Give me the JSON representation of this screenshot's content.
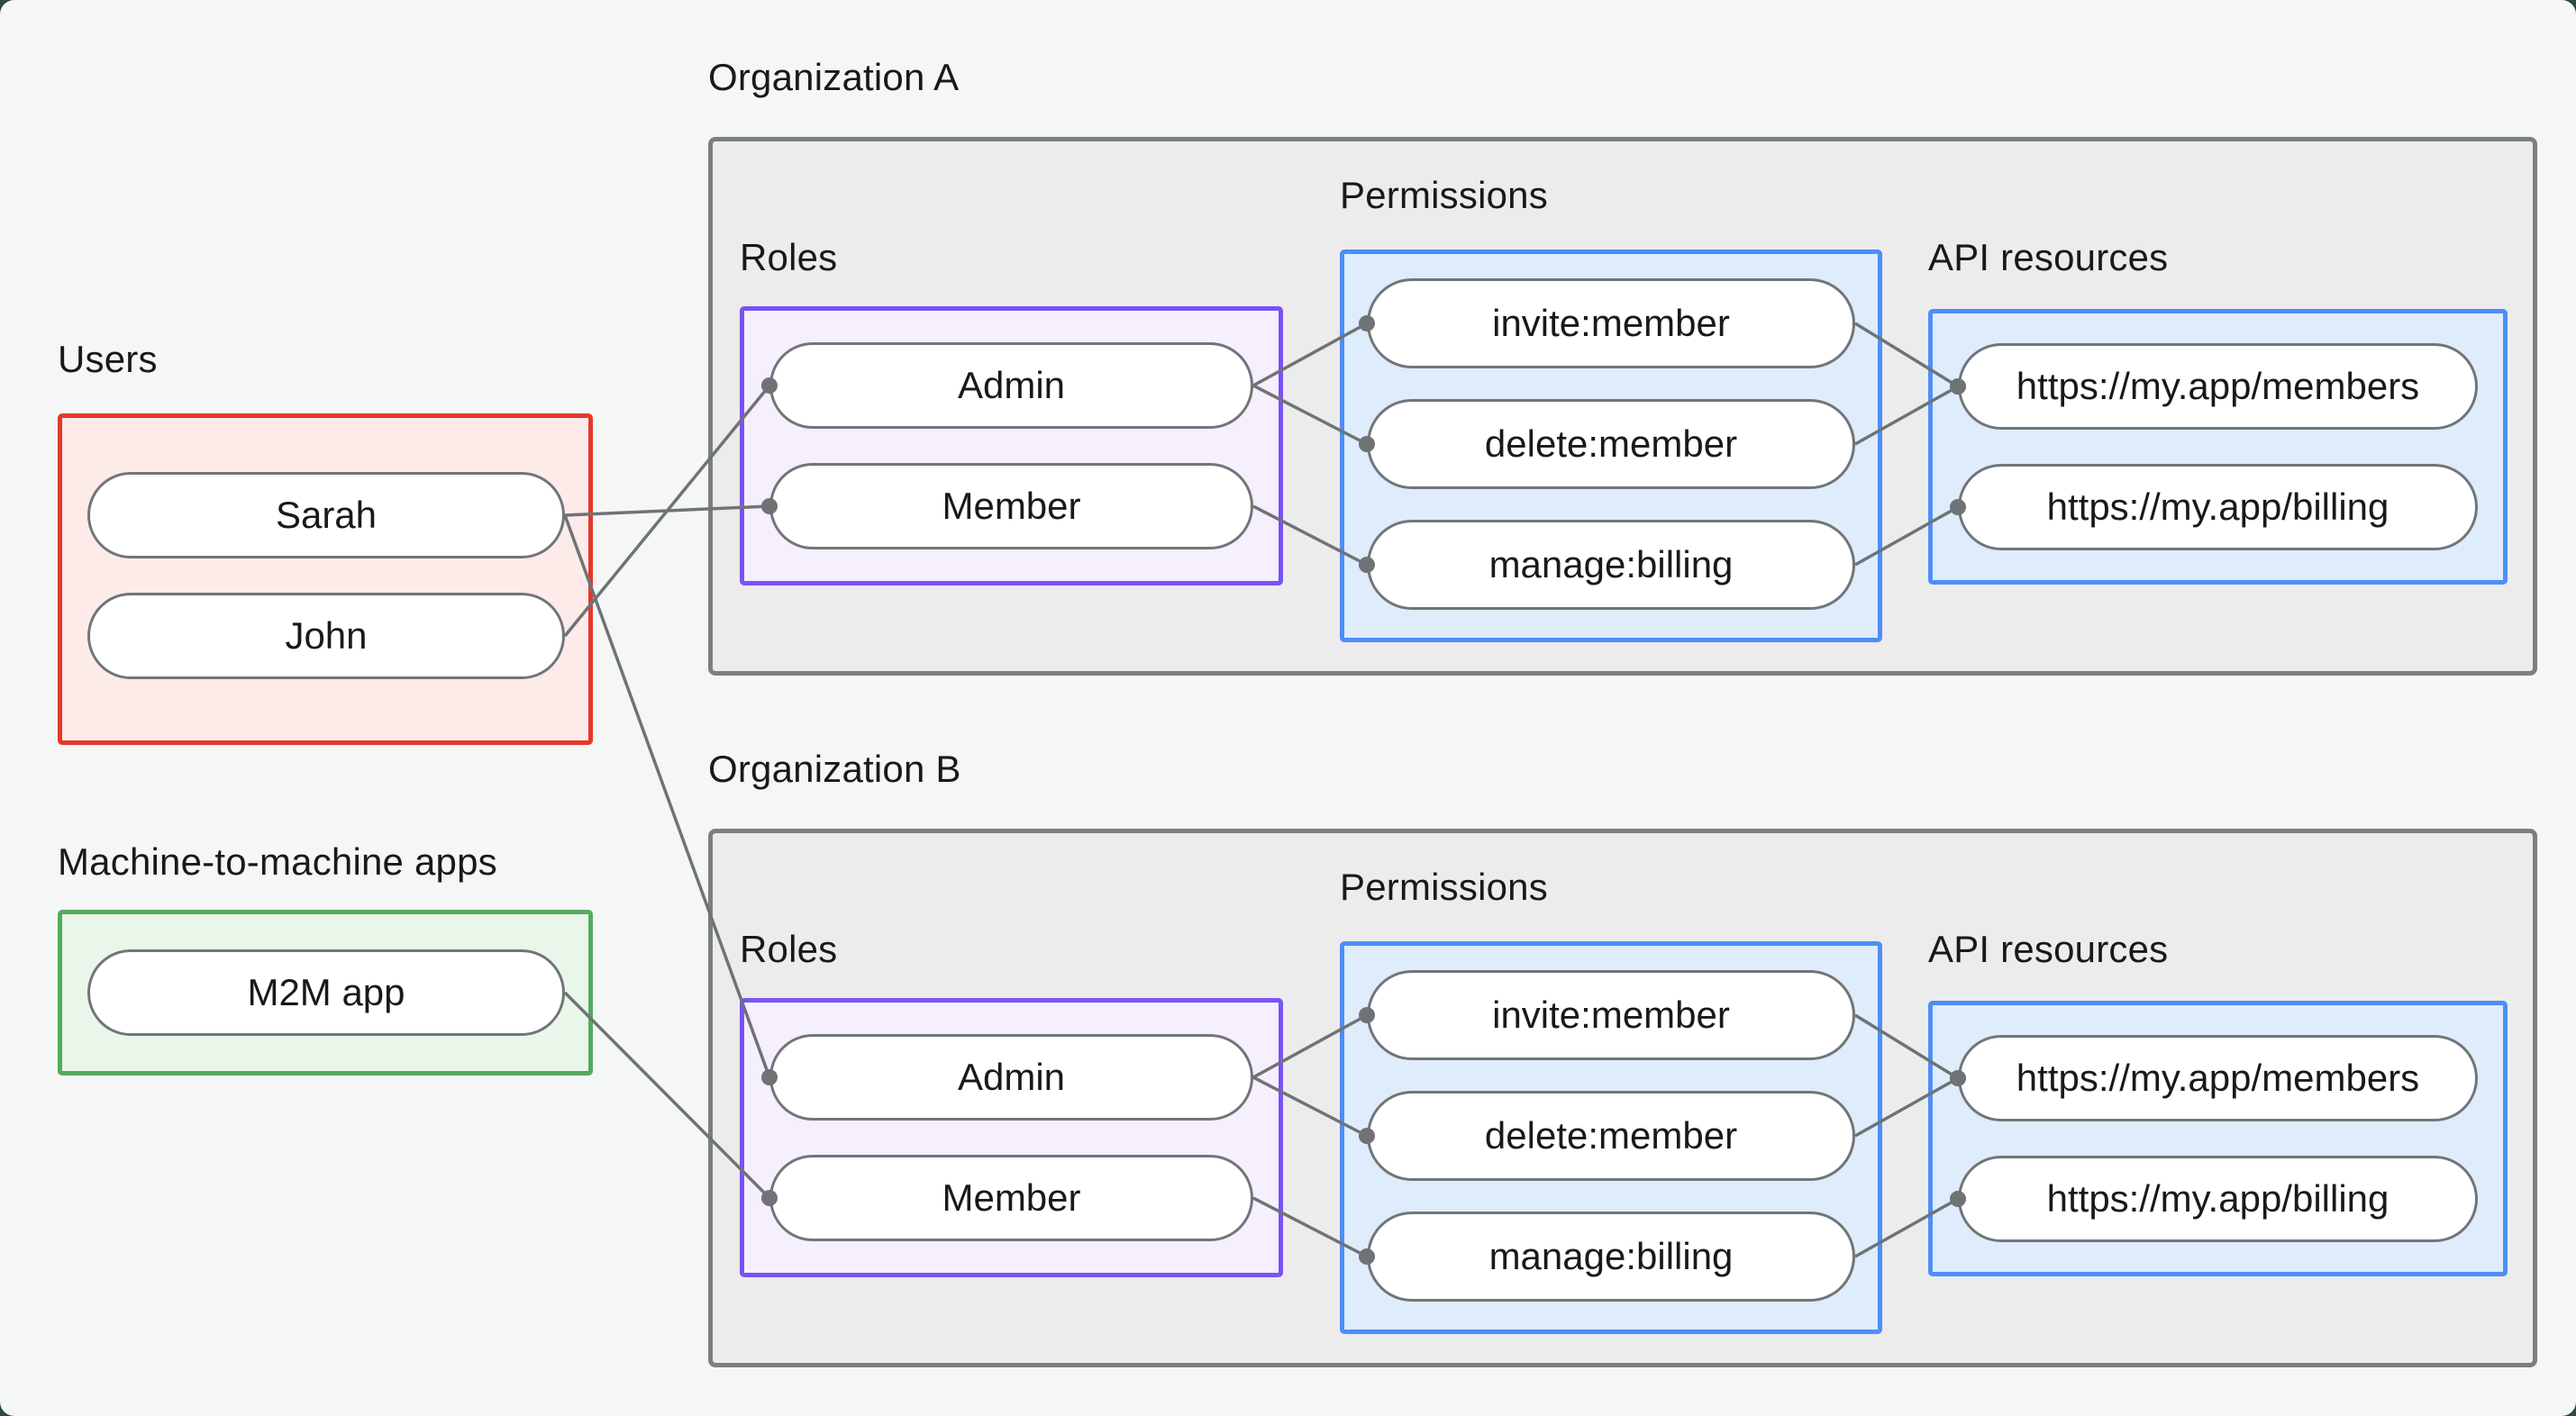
{
  "groups": {
    "users": {
      "label": "Users"
    },
    "m2m": {
      "label": "Machine-to-machine apps"
    },
    "org_a": {
      "title": "Organization A",
      "roles_label": "Roles",
      "permissions_label": "Permissions",
      "api_label": "API resources"
    },
    "org_b": {
      "title": "Organization B",
      "roles_label": "Roles",
      "permissions_label": "Permissions",
      "api_label": "API resources"
    }
  },
  "nodes": {
    "sarah": "Sarah",
    "john": "John",
    "m2m_app": "M2M app",
    "org_a_admin": "Admin",
    "org_a_member": "Member",
    "org_a_invite": "invite:member",
    "org_a_delete": "delete:member",
    "org_a_manage": "manage:billing",
    "org_a_members_api": "https://my.app/members",
    "org_a_billing_api": "https://my.app/billing",
    "org_b_admin": "Admin",
    "org_b_member": "Member",
    "org_b_invite": "invite:member",
    "org_b_delete": "delete:member",
    "org_b_manage": "manage:billing",
    "org_b_members_api": "https://my.app/members",
    "org_b_billing_api": "https://my.app/billing"
  },
  "edges": [
    {
      "from": "sarah",
      "to": "org_a_member"
    },
    {
      "from": "john",
      "to": "org_a_admin"
    },
    {
      "from": "sarah",
      "to": "org_b_admin"
    },
    {
      "from": "m2m_app",
      "to": "org_b_member"
    },
    {
      "from": "org_a_admin",
      "to": "org_a_invite"
    },
    {
      "from": "org_a_admin",
      "to": "org_a_delete"
    },
    {
      "from": "org_a_member",
      "to": "org_a_manage"
    },
    {
      "from": "org_a_invite",
      "to": "org_a_members_api"
    },
    {
      "from": "org_a_delete",
      "to": "org_a_members_api"
    },
    {
      "from": "org_a_manage",
      "to": "org_a_billing_api"
    },
    {
      "from": "org_b_admin",
      "to": "org_b_invite"
    },
    {
      "from": "org_b_admin",
      "to": "org_b_delete"
    },
    {
      "from": "org_b_member",
      "to": "org_b_manage"
    },
    {
      "from": "org_b_invite",
      "to": "org_b_members_api"
    },
    {
      "from": "org_b_delete",
      "to": "org_b_members_api"
    },
    {
      "from": "org_b_manage",
      "to": "org_b_billing_api"
    }
  ],
  "colors": {
    "page_bg": "#f5f7f6",
    "window_backdrop": "#2e4b3e",
    "org_box_bg": "#ececec",
    "org_box_border": "#7b7f82",
    "users_box_bg": "#fcebe9",
    "users_box_border": "#e5382b",
    "m2m_box_bg": "#e9f6ea",
    "m2m_box_border": "#54ab5f",
    "roles_box_bg": "#f5effe",
    "roles_box_border": "#7a52f4",
    "blue_box_bg": "#dfecfc",
    "blue_box_border": "#4d8ef7",
    "pill_bg": "#ffffff",
    "pill_border": "#717578",
    "edge": "#6f7376",
    "text": "#17191b"
  }
}
